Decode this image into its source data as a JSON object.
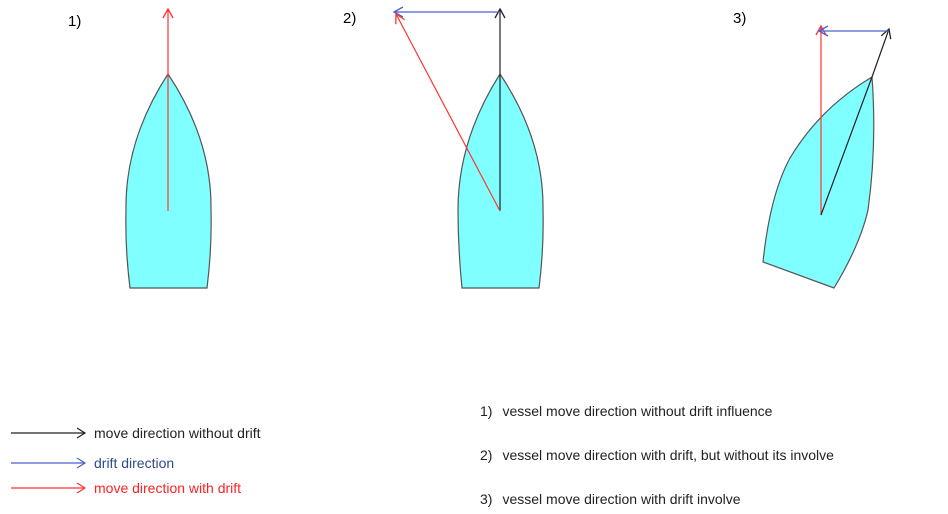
{
  "colors": {
    "hull_fill": "#7fffff",
    "hull_stroke": "#555555",
    "move_without_drift": "#222222",
    "drift": "#4a5fcf",
    "move_with_drift": "#ff3333",
    "legend_drift_text": "#2e4a8b",
    "legend_with_drift_text": "#ff2222"
  },
  "panels": [
    {
      "label": "1)"
    },
    {
      "label": "2)"
    },
    {
      "label": "3)"
    }
  ],
  "legend": [
    {
      "label": "move direction without drift",
      "color_key": "move_without_drift"
    },
    {
      "label": "drift direction",
      "color_key": "drift"
    },
    {
      "label": "move direction with drift",
      "color_key": "move_with_drift"
    }
  ],
  "captions": [
    {
      "number": "1)",
      "text": "vessel move direction without drift influence"
    },
    {
      "number": "2)",
      "text": "vessel move direction with drift, but without its involve"
    },
    {
      "number": "3)",
      "text": "vessel move direction with drift involve"
    }
  ]
}
